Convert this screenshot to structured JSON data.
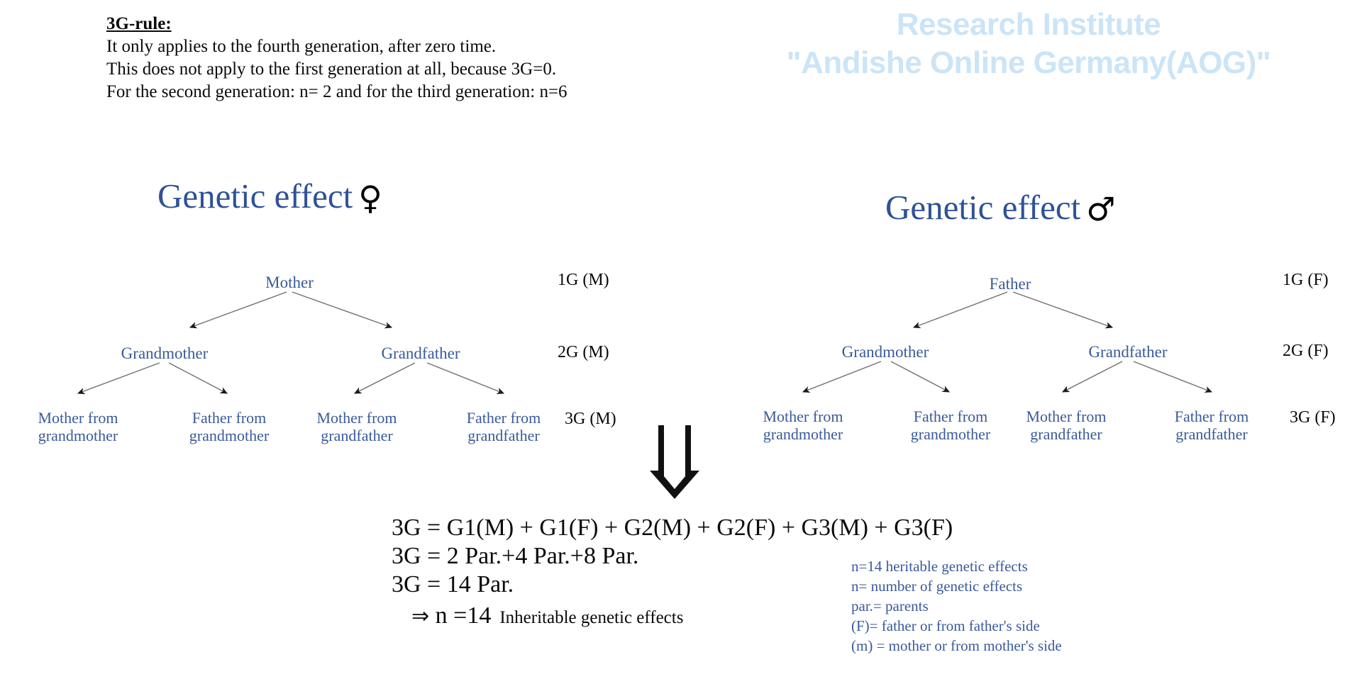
{
  "rule_note": {
    "title": "3G-rule:",
    "lines": [
      "It only applies to the fourth generation, after zero time.",
      "This does not apply to the first generation at all, because 3G=0.",
      "For the second generation: n= 2  and for the third generation: n=6"
    ]
  },
  "institute_title": {
    "line1": "Research Institute",
    "line2": "\"Andishe Online Germany(AOG)\"",
    "color": "#cbe4f7"
  },
  "headings": {
    "left": {
      "text": "Genetic effect",
      "symbol": "♀",
      "symbol_name": "female-symbol"
    },
    "right": {
      "text": "Genetic effect",
      "symbol": "♂",
      "symbol_name": "male-symbol"
    }
  },
  "tree_left": {
    "root": "Mother",
    "level2": [
      "Grandmother",
      "Grandfather"
    ],
    "level3": [
      [
        "Mother from",
        "grandmother"
      ],
      [
        "Father from",
        "grandmother"
      ],
      [
        "Mother from",
        "grandfather"
      ],
      [
        "Father from",
        "grandfather"
      ]
    ],
    "gen_labels": [
      "1G (M)",
      "2G (M)",
      "3G (M)"
    ]
  },
  "tree_right": {
    "root": "Father",
    "level2": [
      "Grandmother",
      "Grandfather"
    ],
    "level3": [
      [
        "Mother from",
        "grandmother"
      ],
      [
        "Father from",
        "grandmother"
      ],
      [
        "Mother from",
        "grandfather"
      ],
      [
        "Father from",
        "grandfather"
      ]
    ],
    "gen_labels": [
      "1G (F)",
      "2G (F)",
      "3G (F)"
    ]
  },
  "formula": {
    "line1": "3G = G1(M) + G1(F) + G2(M) + G2(F) + G3(M) + G3(F)",
    "line2": "3G = 2 Par.+4 Par.+8 Par.",
    "line3": "3G = 14 Par.",
    "conclusion_arrow": "⇒",
    "conclusion_value": "n =14",
    "conclusion_text": "Inheritable genetic effects"
  },
  "legend": {
    "lines": [
      "n=14 heritable genetic effects",
      "n= number of genetic effects",
      "par.= parents",
      "(F)= father or from father's side",
      "(m) = mother or from mother's side"
    ],
    "color": "#3a5a9a"
  },
  "colors": {
    "node_blue": "#3a5a9a",
    "heading_blue": "#2f5297",
    "title_light_blue": "#cbe4f7",
    "line_gray": "#7b7b7b",
    "text_black": "#0a0a0a"
  }
}
